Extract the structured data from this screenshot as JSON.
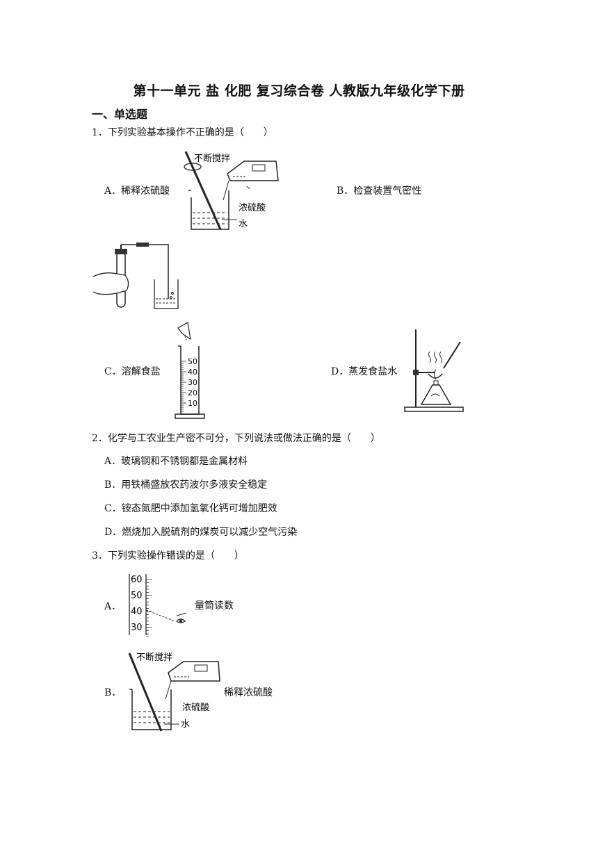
{
  "title": "第十一单元 盐 化肥 复习综合卷 人教版九年级化学下册",
  "section": "一、单选题",
  "q1": {
    "stem": "1．下列实验基本操作不正确的是（　　）",
    "a": "A．稀释浓硫酸",
    "b": "B．检查装置气密性",
    "c": "C．溶解食盐",
    "d": "D．蒸发食盐水",
    "fig_a": {
      "stir": "不断搅拌",
      "acid": "浓硫酸",
      "water": "水"
    },
    "fig_c": {
      "ticks": [
        "50",
        "40",
        "30",
        "20",
        "10"
      ]
    }
  },
  "q2": {
    "stem": "2．化学与工农业生产密不可分，下列说法或做法正确的是（　　）",
    "a": "A．玻璃钢和不锈钢都是金属材料",
    "b": "B．用铁桶盛放农药波尔多液安全稳定",
    "c": "C．铵态氮肥中添加氢氧化钙可增加肥效",
    "d": "D．燃烧加入脱硫剂的煤炭可以减少空气污染"
  },
  "q3": {
    "stem": "3．下列实验操作错误的是（　　）",
    "a": "A．",
    "a_caption": "量筒读数",
    "b": "B．",
    "b_caption": "稀释浓硫酸",
    "fig_a": {
      "ticks": [
        "60",
        "50",
        "40",
        "30"
      ]
    },
    "fig_b": {
      "stir": "不断搅拌",
      "acid": "浓硫酸",
      "water": "水"
    }
  }
}
